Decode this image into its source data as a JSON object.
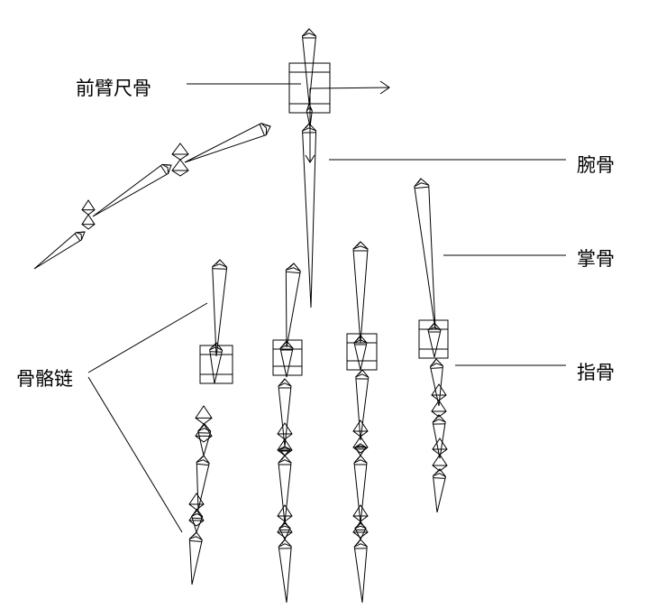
{
  "labels": {
    "ulna": "前臂尺骨",
    "carpal": "腕骨",
    "metacarpal": "掌骨",
    "phalanx": "指骨",
    "bone_chain": "骨骼链"
  },
  "colors": {
    "line": "#000000",
    "background": "#ffffff"
  }
}
